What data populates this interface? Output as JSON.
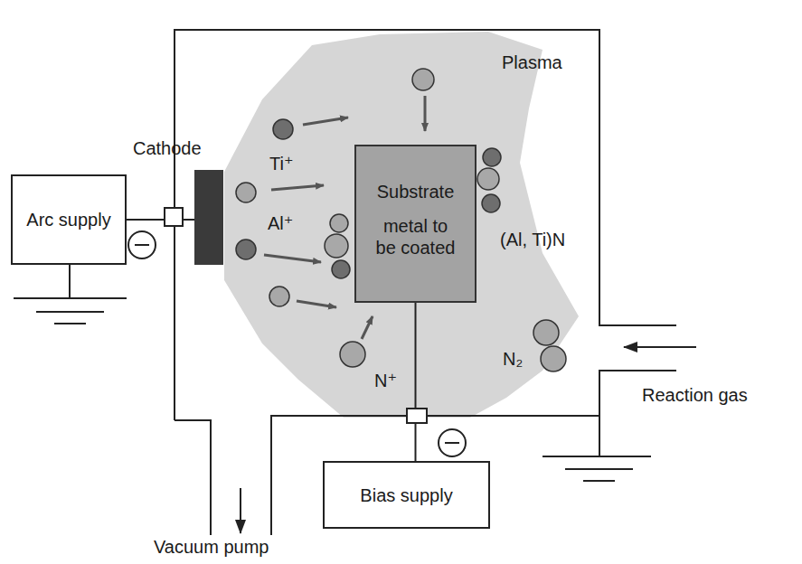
{
  "diagram": {
    "nodes": [
      {
        "text": [
          "Arc supply"
        ]
      },
      {
        "text": [
          "Cathode"
        ]
      },
      {
        "text": [
          "Substrate",
          "metal to be coated"
        ]
      },
      {
        "text": [
          "Bias supply"
        ]
      }
    ],
    "edges": [
      {
        "from": 0,
        "to": 1,
        "arrow": "none"
      },
      {
        "from": 3,
        "to": 2,
        "arrow": "none"
      }
    ],
    "labels": [
      "Plasma",
      "Ti⁺",
      "Al⁺",
      "(Al, Ti)N",
      "N⁺",
      "N₂",
      "Reaction gas",
      "Vacuum pump"
    ]
  }
}
